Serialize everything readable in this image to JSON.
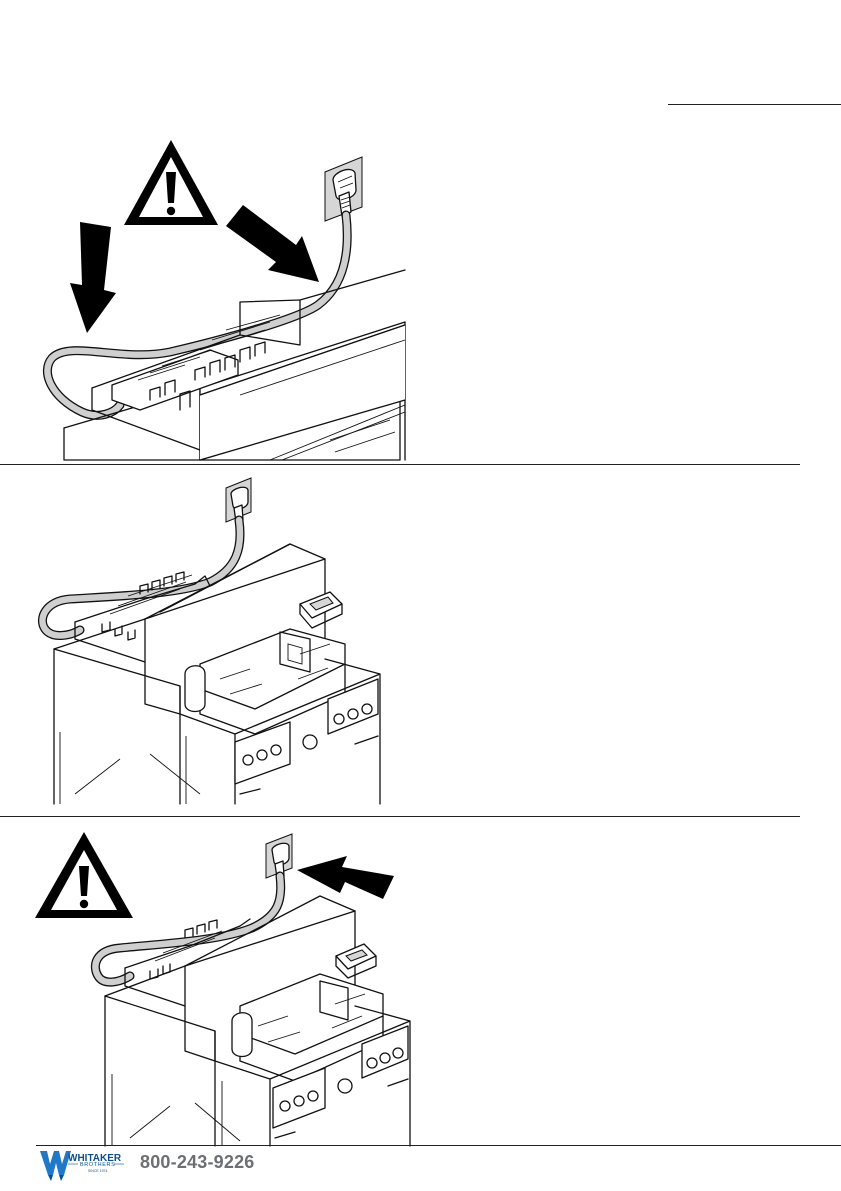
{
  "footer": {
    "logo_word": "WHITAKER",
    "logo_sub": "BROTHERS",
    "logo_since": "SINCE 1974",
    "phone": "800-243-9226"
  },
  "icons": [
    "warning-triangle-icon",
    "down-arrow-icon",
    "diagonal-arrow-icon",
    "plug-socket-icon",
    "paper-cutter-machine"
  ]
}
